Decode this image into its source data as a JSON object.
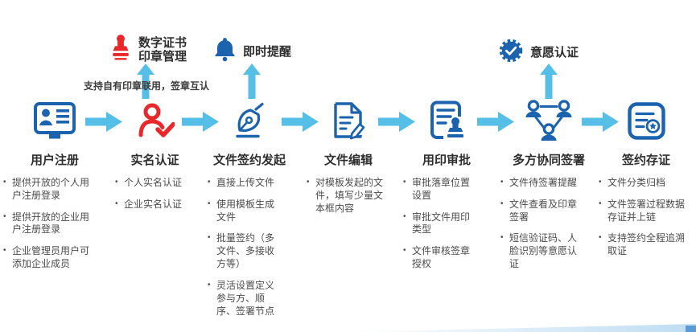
{
  "colors": {
    "accent_blue": "#1b63ae",
    "arrow_blue": "#56bfe8",
    "accent_red": "#e8282b",
    "title_text": "#2f2f2f",
    "body_text": "#4c4c4c"
  },
  "note": "支持自有印章联用，签章互认",
  "callouts": [
    {
      "id": "digital-cert-seal-management",
      "icon": "stamp-icon",
      "lines": [
        "数字证书",
        "印章管理"
      ]
    },
    {
      "id": "instant-reminder",
      "icon": "bell-icon",
      "label": "即时提醒"
    },
    {
      "id": "willingness-authentication",
      "icon": "badge-check-icon",
      "label": "意愿认证"
    }
  ],
  "steps": [
    {
      "title": "用户注册",
      "icon": "monitor-user-icon",
      "bullets": [
        "提供开放的个人用户注册登录",
        "提供开放的企业用户注册登录",
        "企业管理员用户可添加企业成员"
      ]
    },
    {
      "title": "实名认证",
      "icon": "person-check-icon",
      "bullets": [
        "个人实名认证",
        "企业实名认证"
      ]
    },
    {
      "title": "文件签约发起",
      "icon": "pen-nib-icon",
      "bullets": [
        "直接上传文件",
        "使用模板生成文件",
        "批量签约（多文件、多接收方等）",
        "灵活设置定义参与方、顺序、签署节点"
      ]
    },
    {
      "title": "文件编辑",
      "icon": "doc-edit-icon",
      "bullets": [
        "对模板发起的文件，填写少量文本框内容"
      ]
    },
    {
      "title": "用印审批",
      "icon": "doc-stamp-icon",
      "bullets": [
        "审批落章位置设置",
        "审批文件用印类型",
        "文件审核签章授权"
      ]
    },
    {
      "title": "多方协同签署",
      "icon": "people-network-icon",
      "bullets": [
        "文件待签署提醒",
        "文件查看及印章签署",
        "短信验证码、人脸识别等意愿认证"
      ]
    },
    {
      "title": "签约存证",
      "icon": "doc-star-icon",
      "bullets": [
        "文件分类归档",
        "文件签署过程数据存证并上链",
        "支持签约全程追溯取证"
      ]
    }
  ]
}
